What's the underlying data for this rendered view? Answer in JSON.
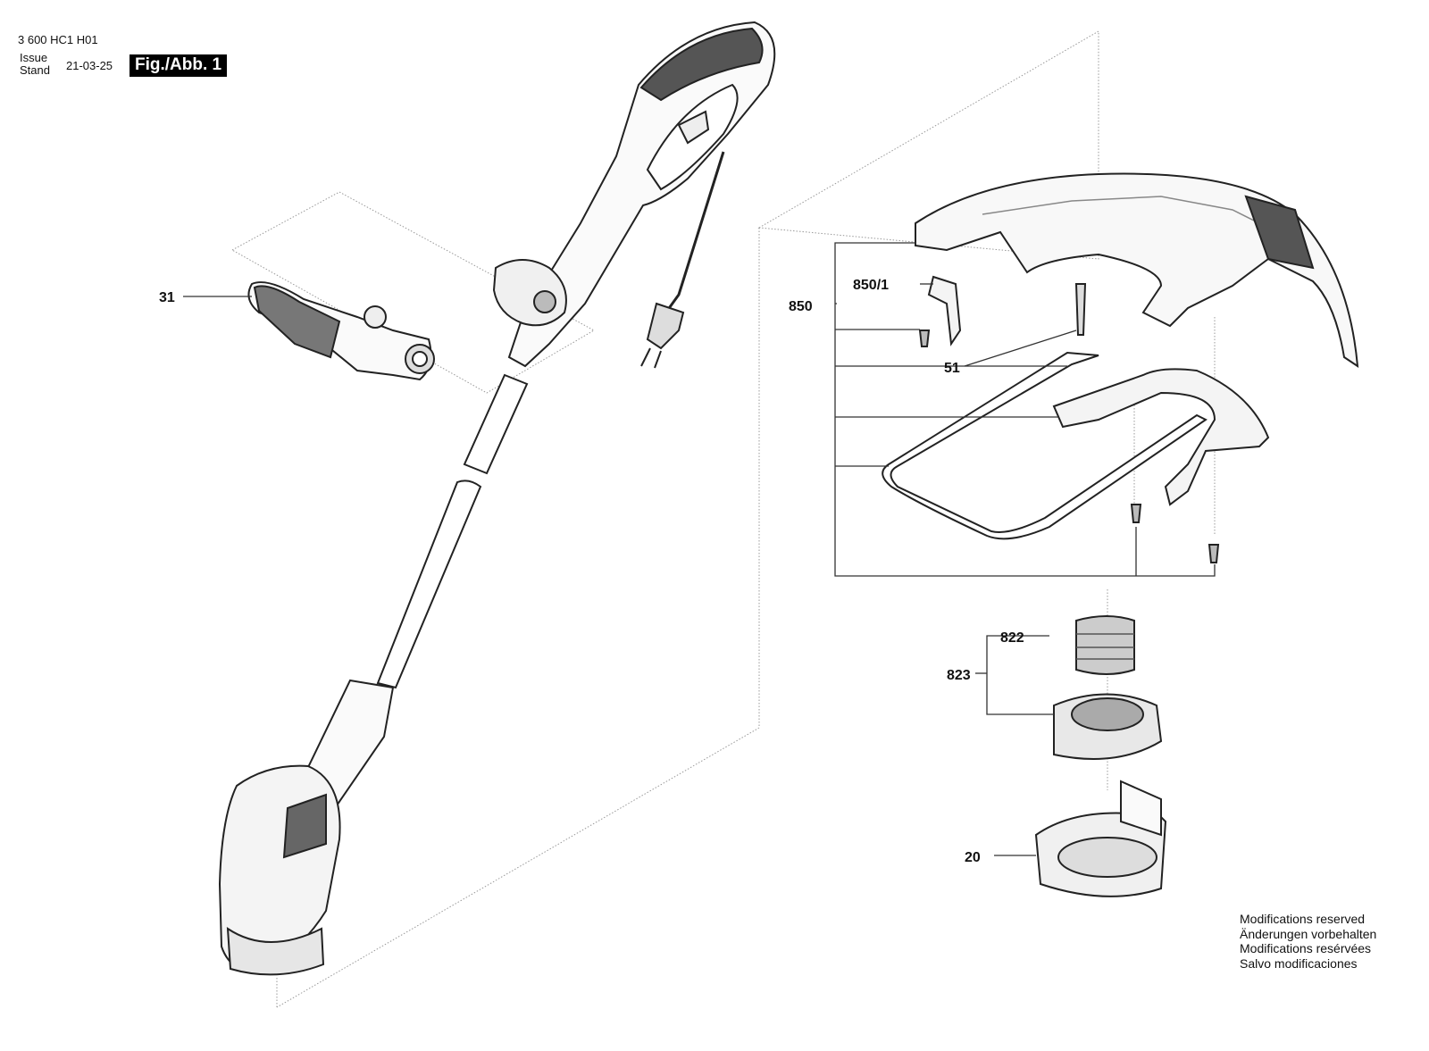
{
  "header": {
    "part_number": "3 600 HC1 H01",
    "issue_label": "Issue",
    "stand_label": "Stand",
    "issue_date": "21-03-25",
    "figure_label": "Fig./Abb. 1"
  },
  "callouts": {
    "c31": "31",
    "c850": "850",
    "c850_1": "850/1",
    "c51": "51",
    "c822": "822",
    "c823": "823",
    "c20": "20"
  },
  "footer_notes": [
    "Modifications reserved",
    "Änderungen vorbehalten",
    "Modifications resérvées",
    "Salvo modificaciones"
  ]
}
